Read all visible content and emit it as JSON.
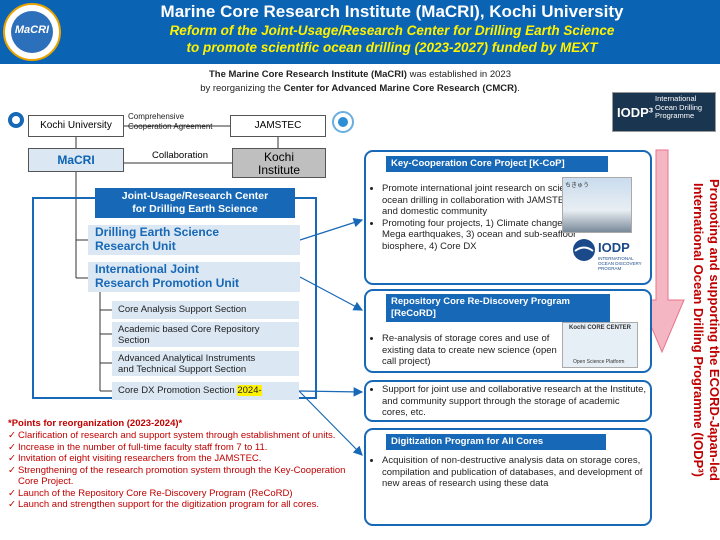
{
  "header": {
    "title": "Marine Core Research Institute (MaCRI), Kochi University",
    "subtitle_line1": "Reform of the Joint-Usage/Research Center for Drilling Earth Science",
    "subtitle_line2": "to promote scientific ocean drilling (2023-2027) funded by MEXT",
    "logo_text": "MaCRI"
  },
  "intro": {
    "line1_bold": "The Marine Core Research Institute (MaCRI)",
    "line1_rest": " was established in 2023",
    "line2_pre": "by reorganizing the ",
    "line2_bold": "Center for Advanced Marine Core Research (CMCR)",
    "line2_post": "."
  },
  "org": {
    "kochi_university": "Kochi University",
    "jamstec": "JAMSTEC",
    "agreement_line1": "Comprehensive",
    "agreement_line2": "Cooperation Agreement",
    "macri": "MaCRI",
    "collaboration": "Collaboration",
    "kochi_institute_line1": "Kochi",
    "kochi_institute_line2": "Institute",
    "jur_line1": "Joint-Usage/Research Center",
    "jur_line2": "for Drilling Earth Science",
    "unit1_line1": "Drilling Earth Science",
    "unit1_line2": "Research Unit",
    "unit2_line1": "International Joint",
    "unit2_line2": "Research Promotion Unit",
    "section1": "Core Analysis Support Section",
    "section2_line1": "Academic based Core Repository",
    "section2_line2": "Section",
    "section3_line1": "Advanced Analytical Instruments",
    "section3_line2": "and Technical Support Section",
    "section4": "Core DX Promotion Section ",
    "section4_year": "2024-"
  },
  "points": {
    "title": "*Points for reorganization (2023-2024)*",
    "items": [
      "Clarification of research and support system through establishment of units.",
      "Increase in the number of full-time faculty staff from 7 to 11.",
      "Invitation of eight visiting researchers from the JAMSTEC.",
      "Strengthening of the research promotion system through the Key-Cooperation Core Project.",
      "Launch of the Repository Core Re-Discovery Program (ReCoRD)",
      "Launch and strengthen support for the digitization program for all cores."
    ]
  },
  "programs": {
    "kcop_title": "Key-Cooperation Core Project [K-CoP]",
    "kcop_items": [
      "Promote international joint research on scientific ocean drilling in collaboration with JAMSTEC and domestic community",
      "Promoting four projects, 1) Climate change, 2) Mega earthquakes, 3) ocean and sub-seafloor biosphere, 4) Core DX"
    ],
    "record_title_line1": "Repository Core Re-Discovery Program",
    "record_title_line2": "[ReCoRD]",
    "record_items": [
      "Re-analysis of storage cores and use of existing data to create new science (open call project)"
    ],
    "support_items": [
      "Support for joint use and collaborative research at the Institute, and community support through the storage of academic cores, etc."
    ],
    "digit_title": "Digitization Program for All Cores",
    "digit_items": [
      "Acquisition of non-destructive analysis data on storage cores, compilation and publication of databases, and development of new areas of research using these data"
    ]
  },
  "side_text": "Promoting and supporting the ECORD-Japan-led International Ocean Drilling Programme (IODP³)",
  "logos": {
    "iodp_main": "IODP³",
    "iodp_sub": "International Ocean Drilling Programme",
    "iodp2_main": "IODP",
    "iodp2_sub": "INTERNATIONAL OCEAN DISCOVERY PROGRAM",
    "photo_caption": "ちきゅう",
    "core_caption": "Kochi CORE CENTER",
    "core_caption2": "Open Science Platform"
  },
  "colors": {
    "brand_blue": "#1768b6",
    "header_blue": "#0b63b4",
    "subtitle_yellow": "#fff200",
    "accent_red": "#c00000",
    "light_blue_fill": "#dbe7f3",
    "arrow_pink": "#f4b6c2"
  }
}
